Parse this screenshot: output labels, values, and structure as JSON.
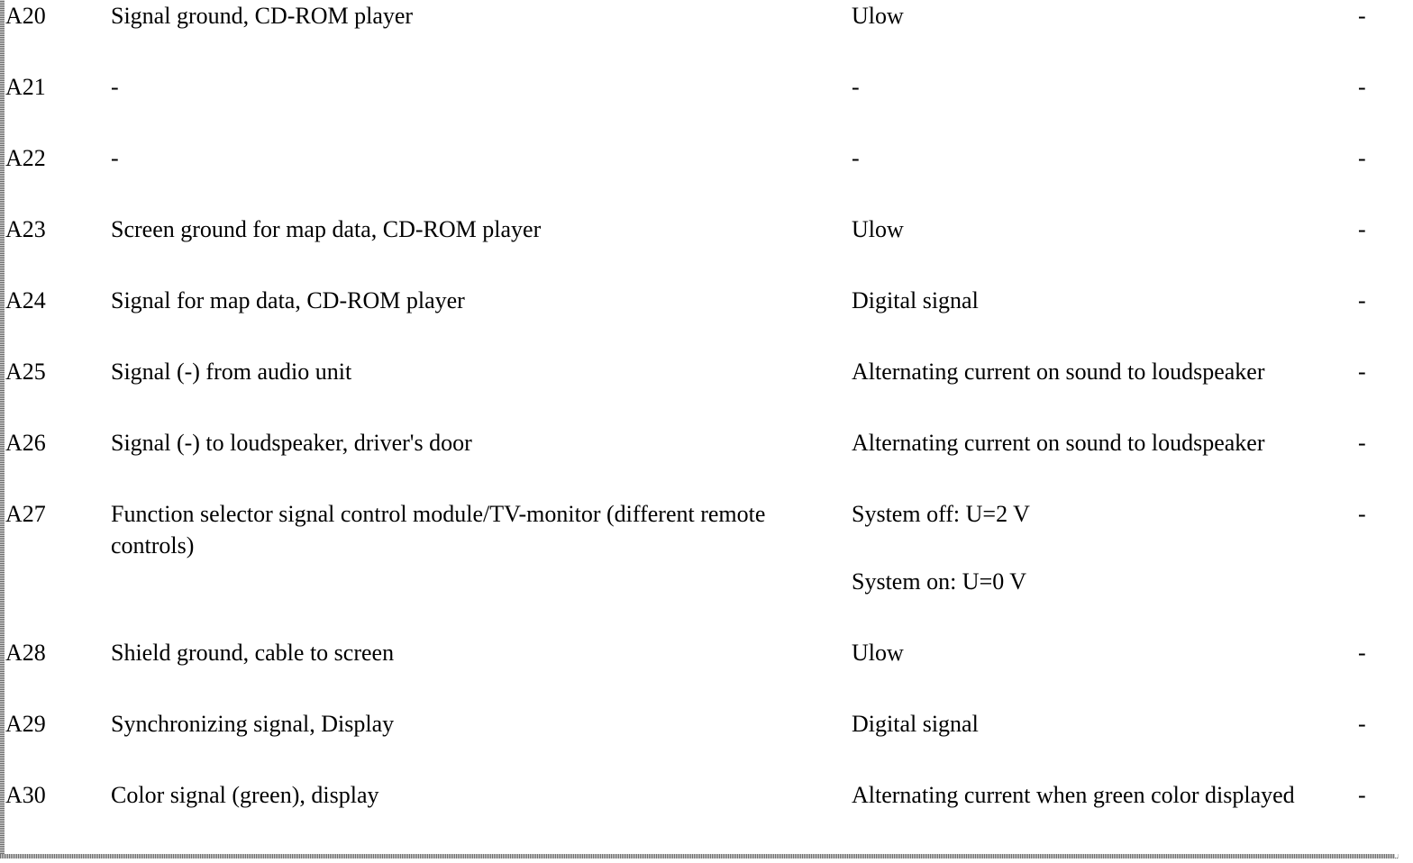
{
  "rows": [
    {
      "pin": "A20",
      "description": "Signal ground, CD-ROM player",
      "measure": [
        "Ulow"
      ],
      "extra": "-"
    },
    {
      "pin": "A21",
      "description": "-",
      "measure": [
        "-"
      ],
      "extra": "-"
    },
    {
      "pin": "A22",
      "description": "-",
      "measure": [
        "-"
      ],
      "extra": "-"
    },
    {
      "pin": "A23",
      "description": "Screen ground for map data, CD-ROM player",
      "measure": [
        "Ulow"
      ],
      "extra": "-"
    },
    {
      "pin": "A24",
      "description": "Signal for map data, CD-ROM player",
      "measure": [
        "Digital signal"
      ],
      "extra": "-"
    },
    {
      "pin": "A25",
      "description": "Signal (-) from audio unit",
      "measure": [
        "Alternating current on sound to loudspeaker"
      ],
      "extra": "-"
    },
    {
      "pin": "A26",
      "description": "Signal (-) to loudspeaker, driver's door",
      "measure": [
        "Alternating current on sound to loudspeaker"
      ],
      "extra": "-"
    },
    {
      "pin": "A27",
      "description": "Function selector signal control module/TV-monitor (different remote controls)",
      "measure": [
        "System off: U=2 V",
        "System on: U=0 V"
      ],
      "extra": "-"
    },
    {
      "pin": "A28",
      "description": "Shield ground, cable to screen",
      "measure": [
        "Ulow"
      ],
      "extra": "-"
    },
    {
      "pin": "A29",
      "description": "Synchronizing signal, Display",
      "measure": [
        "Digital signal"
      ],
      "extra": "-"
    },
    {
      "pin": "A30",
      "description": "Color signal (green), display",
      "measure": [
        "Alternating current when green color displayed"
      ],
      "extra": "-"
    }
  ]
}
